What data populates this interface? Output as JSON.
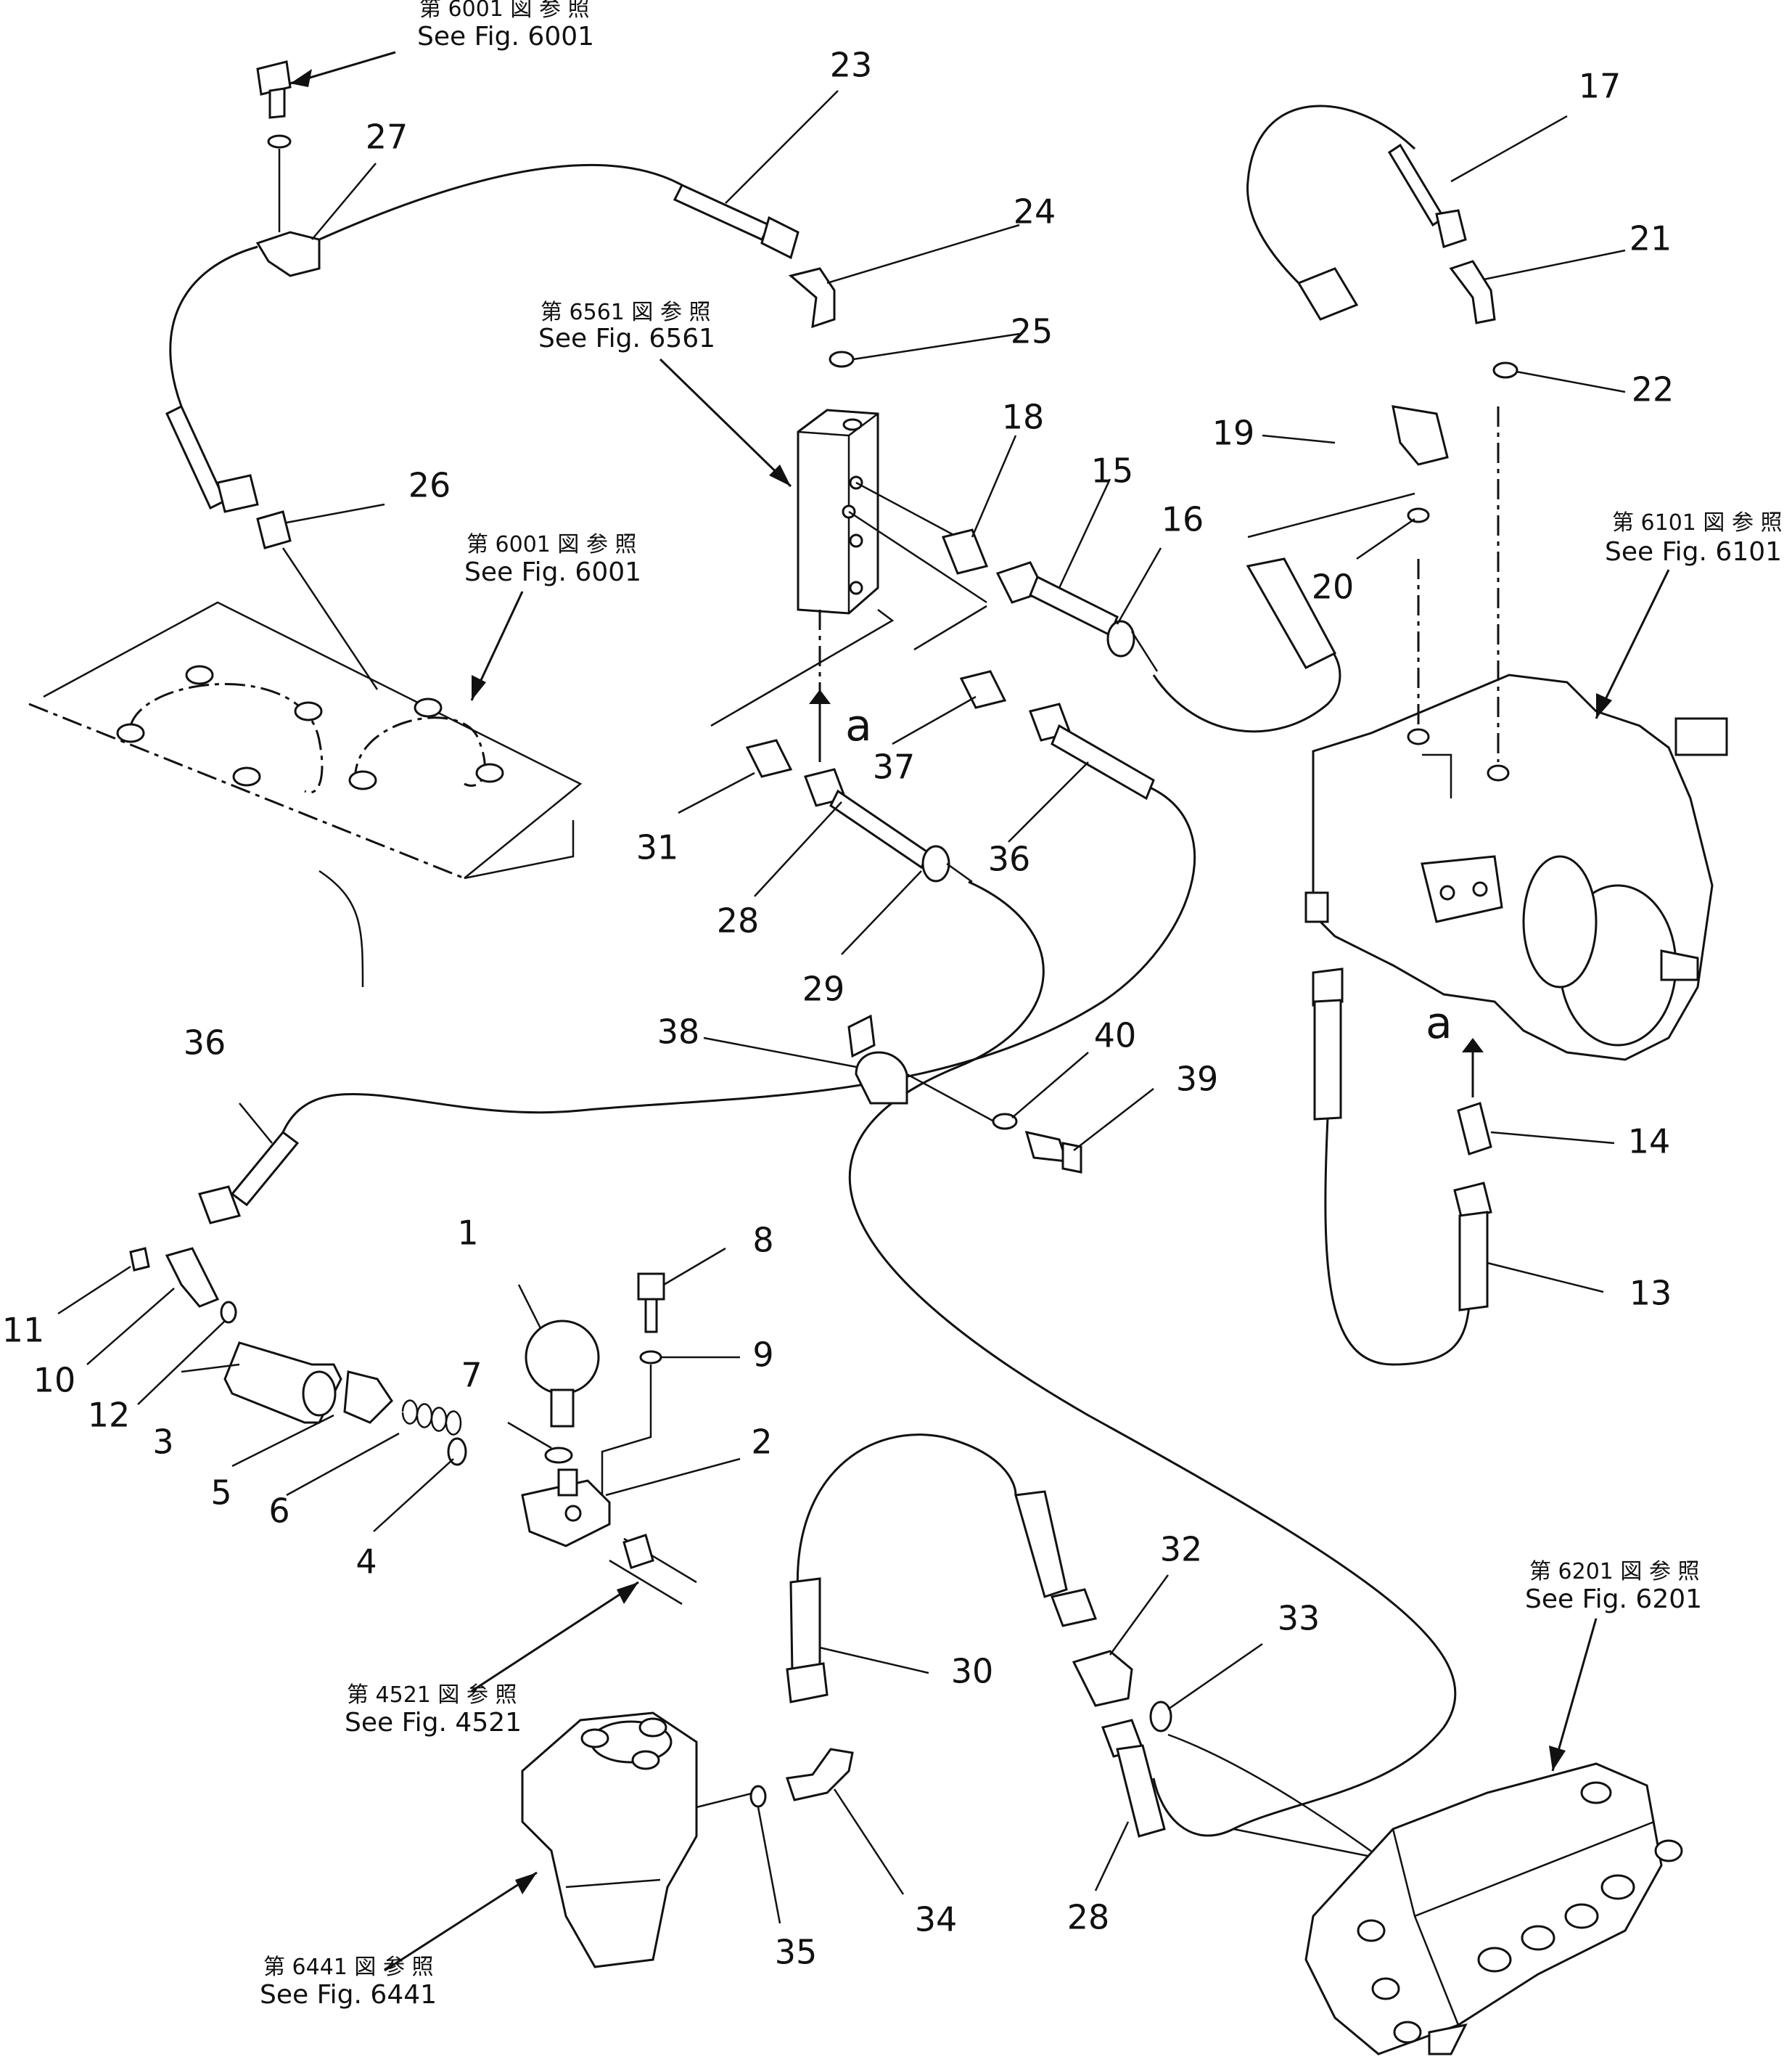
{
  "references": [
    {
      "id": "ref-6001-top",
      "jp": "第 6001 図 参 照",
      "en": "See Fig. 6001"
    },
    {
      "id": "ref-6561",
      "jp": "第 6561 図 参 照",
      "en": "See Fig. 6561"
    },
    {
      "id": "ref-6001-mid",
      "jp": "第 6001 図 参 照",
      "en": "See Fig. 6001"
    },
    {
      "id": "ref-6101",
      "jp": "第 6101 図 参 照",
      "en": "See Fig. 6101"
    },
    {
      "id": "ref-4521",
      "jp": "第 4521 図 参 照",
      "en": "See Fig. 4521"
    },
    {
      "id": "ref-6201",
      "jp": "第 6201 図 参 照",
      "en": "See Fig. 6201"
    },
    {
      "id": "ref-6441",
      "jp": "第 6441 図 参 照",
      "en": "See Fig. 6441"
    }
  ],
  "view_markers": [
    "a",
    "a"
  ],
  "callouts": [
    "1",
    "2",
    "3",
    "4",
    "5",
    "6",
    "7",
    "8",
    "9",
    "10",
    "11",
    "12",
    "13",
    "14",
    "15",
    "16",
    "17",
    "18",
    "19",
    "20",
    "21",
    "22",
    "23",
    "24",
    "25",
    "26",
    "27",
    "28",
    "29",
    "30",
    "31",
    "32",
    "33",
    "34",
    "35",
    "36",
    "37",
    "38",
    "39",
    "40",
    "36",
    "28"
  ]
}
